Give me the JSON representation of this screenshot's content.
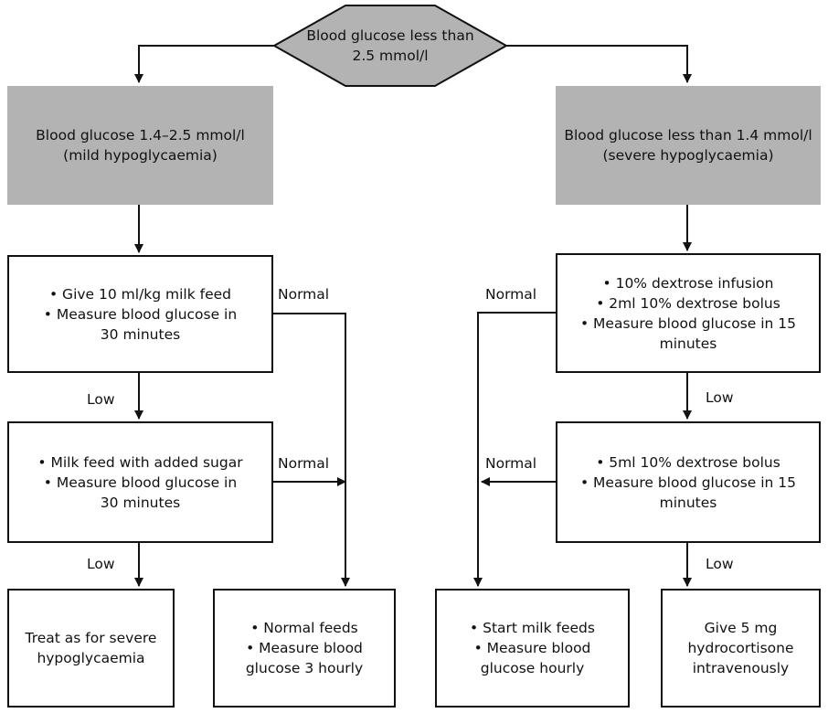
{
  "start": {
    "line1": "Blood glucose less than",
    "line2": "2.5 mmol/l"
  },
  "mild": {
    "line1": "Blood glucose 1.4–2.5 mmol/l",
    "line2": "(mild hypoglycaemia)",
    "step1": {
      "line1": "• Give 10 ml/kg milk feed",
      "line2": "• Measure blood glucose in",
      "line3": "30 minutes"
    },
    "step2": {
      "line1": "• Milk feed with added sugar",
      "line2": "• Measure blood glucose in",
      "line3": "30 minutes"
    },
    "treat_severe": {
      "line1": "Treat as for severe",
      "line2": "hypoglycaemia"
    },
    "normal_outcome": {
      "line1": "• Normal feeds",
      "line2": "• Measure blood",
      "line3": "glucose 3 hourly"
    }
  },
  "severe": {
    "line1": "Blood glucose less than 1.4 mmol/l",
    "line2": "(severe hypoglycaemia)",
    "step1": {
      "line1": "• 10% dextrose infusion",
      "line2": "• 2ml 10% dextrose bolus",
      "line3": "• Measure blood glucose in 15",
      "line4": "minutes"
    },
    "step2": {
      "line1": "• 5ml 10% dextrose bolus",
      "line2": "• Measure blood glucose in 15",
      "line3": "minutes"
    },
    "start_milk": {
      "line1": "• Start milk feeds",
      "line2": "• Measure blood",
      "line3": "glucose hourly"
    },
    "hydrocortisone": {
      "line1": "Give 5 mg",
      "line2": "hydrocortisone",
      "line3": "intravenously"
    }
  },
  "labels": {
    "normal": "Normal",
    "low": "Low"
  },
  "colors": {
    "grey_box": "#b3b3b3",
    "stroke": "#111111"
  }
}
